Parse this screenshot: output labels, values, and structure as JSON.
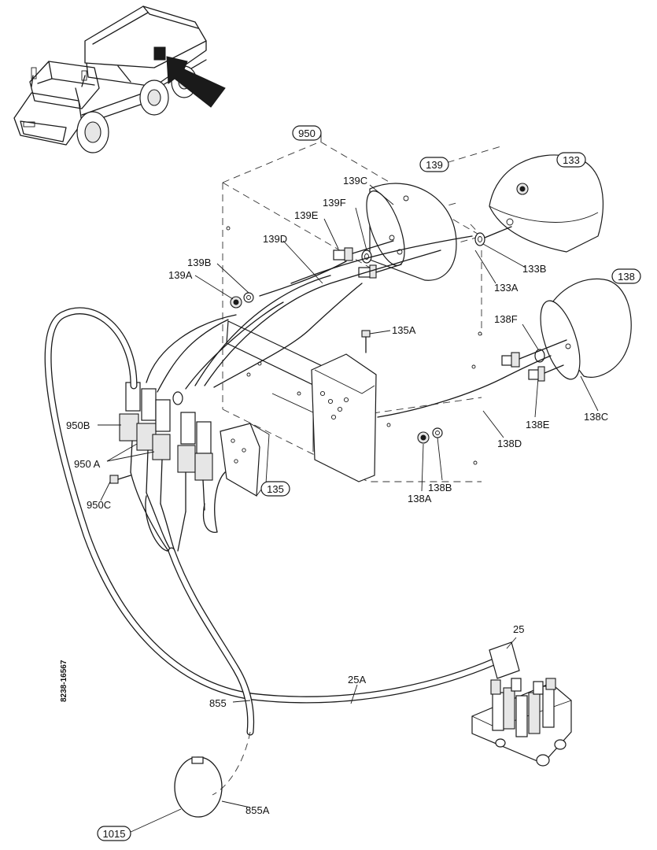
{
  "document_number": "8238-16567",
  "callouts": {
    "c950": "950",
    "c139": "139",
    "c133": "133",
    "c138": "138",
    "c135": "135",
    "c1015": "1015"
  },
  "labels": {
    "l139C": "139C",
    "l139F": "139F",
    "l139E": "139E",
    "l139D": "139D",
    "l139B": "139B",
    "l139A": "139A",
    "l133B": "133B",
    "l133A": "133A",
    "l135A": "135A",
    "l138F": "138F",
    "l138E": "138E",
    "l138C": "138C",
    "l138D": "138D",
    "l138B": "138B",
    "l138A": "138A",
    "l950B": "950B",
    "l950A": "950 A",
    "l950C": "950C",
    "l25": "25",
    "l25A": "25A",
    "l855": "855",
    "l855A": "855A"
  }
}
